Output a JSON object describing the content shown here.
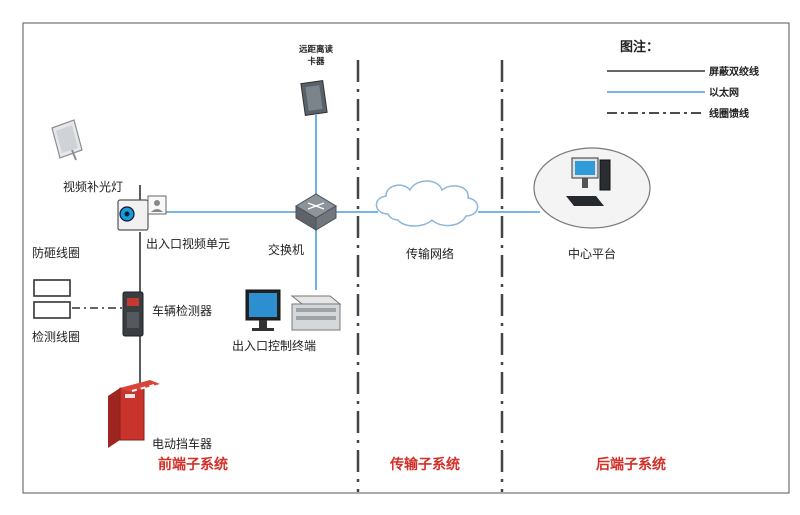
{
  "legend": {
    "title": "图注：",
    "items": [
      {
        "label": "屏蔽双绞线",
        "style": "solid",
        "color": "#333333"
      },
      {
        "label": "以太网",
        "style": "solid",
        "color": "#4a9fdc"
      },
      {
        "label": "线圈馈线",
        "style": "dashdot",
        "color": "#333333"
      }
    ]
  },
  "devices": {
    "card_reader": {
      "line1": "远距离读",
      "line2": "卡器"
    },
    "fill_light": "视频补光灯",
    "video_unit": "出入口视频单元",
    "switch": "交换机",
    "network": "传输网络",
    "center": "中心平台",
    "anti_smash_loop": "防砸线圈",
    "vehicle_detector": "车辆检测器",
    "detect_loop": "检测线圈",
    "control_terminal": "出入口控制终端",
    "barrier": "电动挡车器"
  },
  "subsystems": {
    "front": "前端子系统",
    "transport": "传输子系统",
    "back": "后端子系统"
  },
  "colors": {
    "ethernet": "#4a9fdc",
    "twisted_pair": "#333333",
    "subsystem_label": "#d22f27",
    "barrier": "#c8342b"
  }
}
